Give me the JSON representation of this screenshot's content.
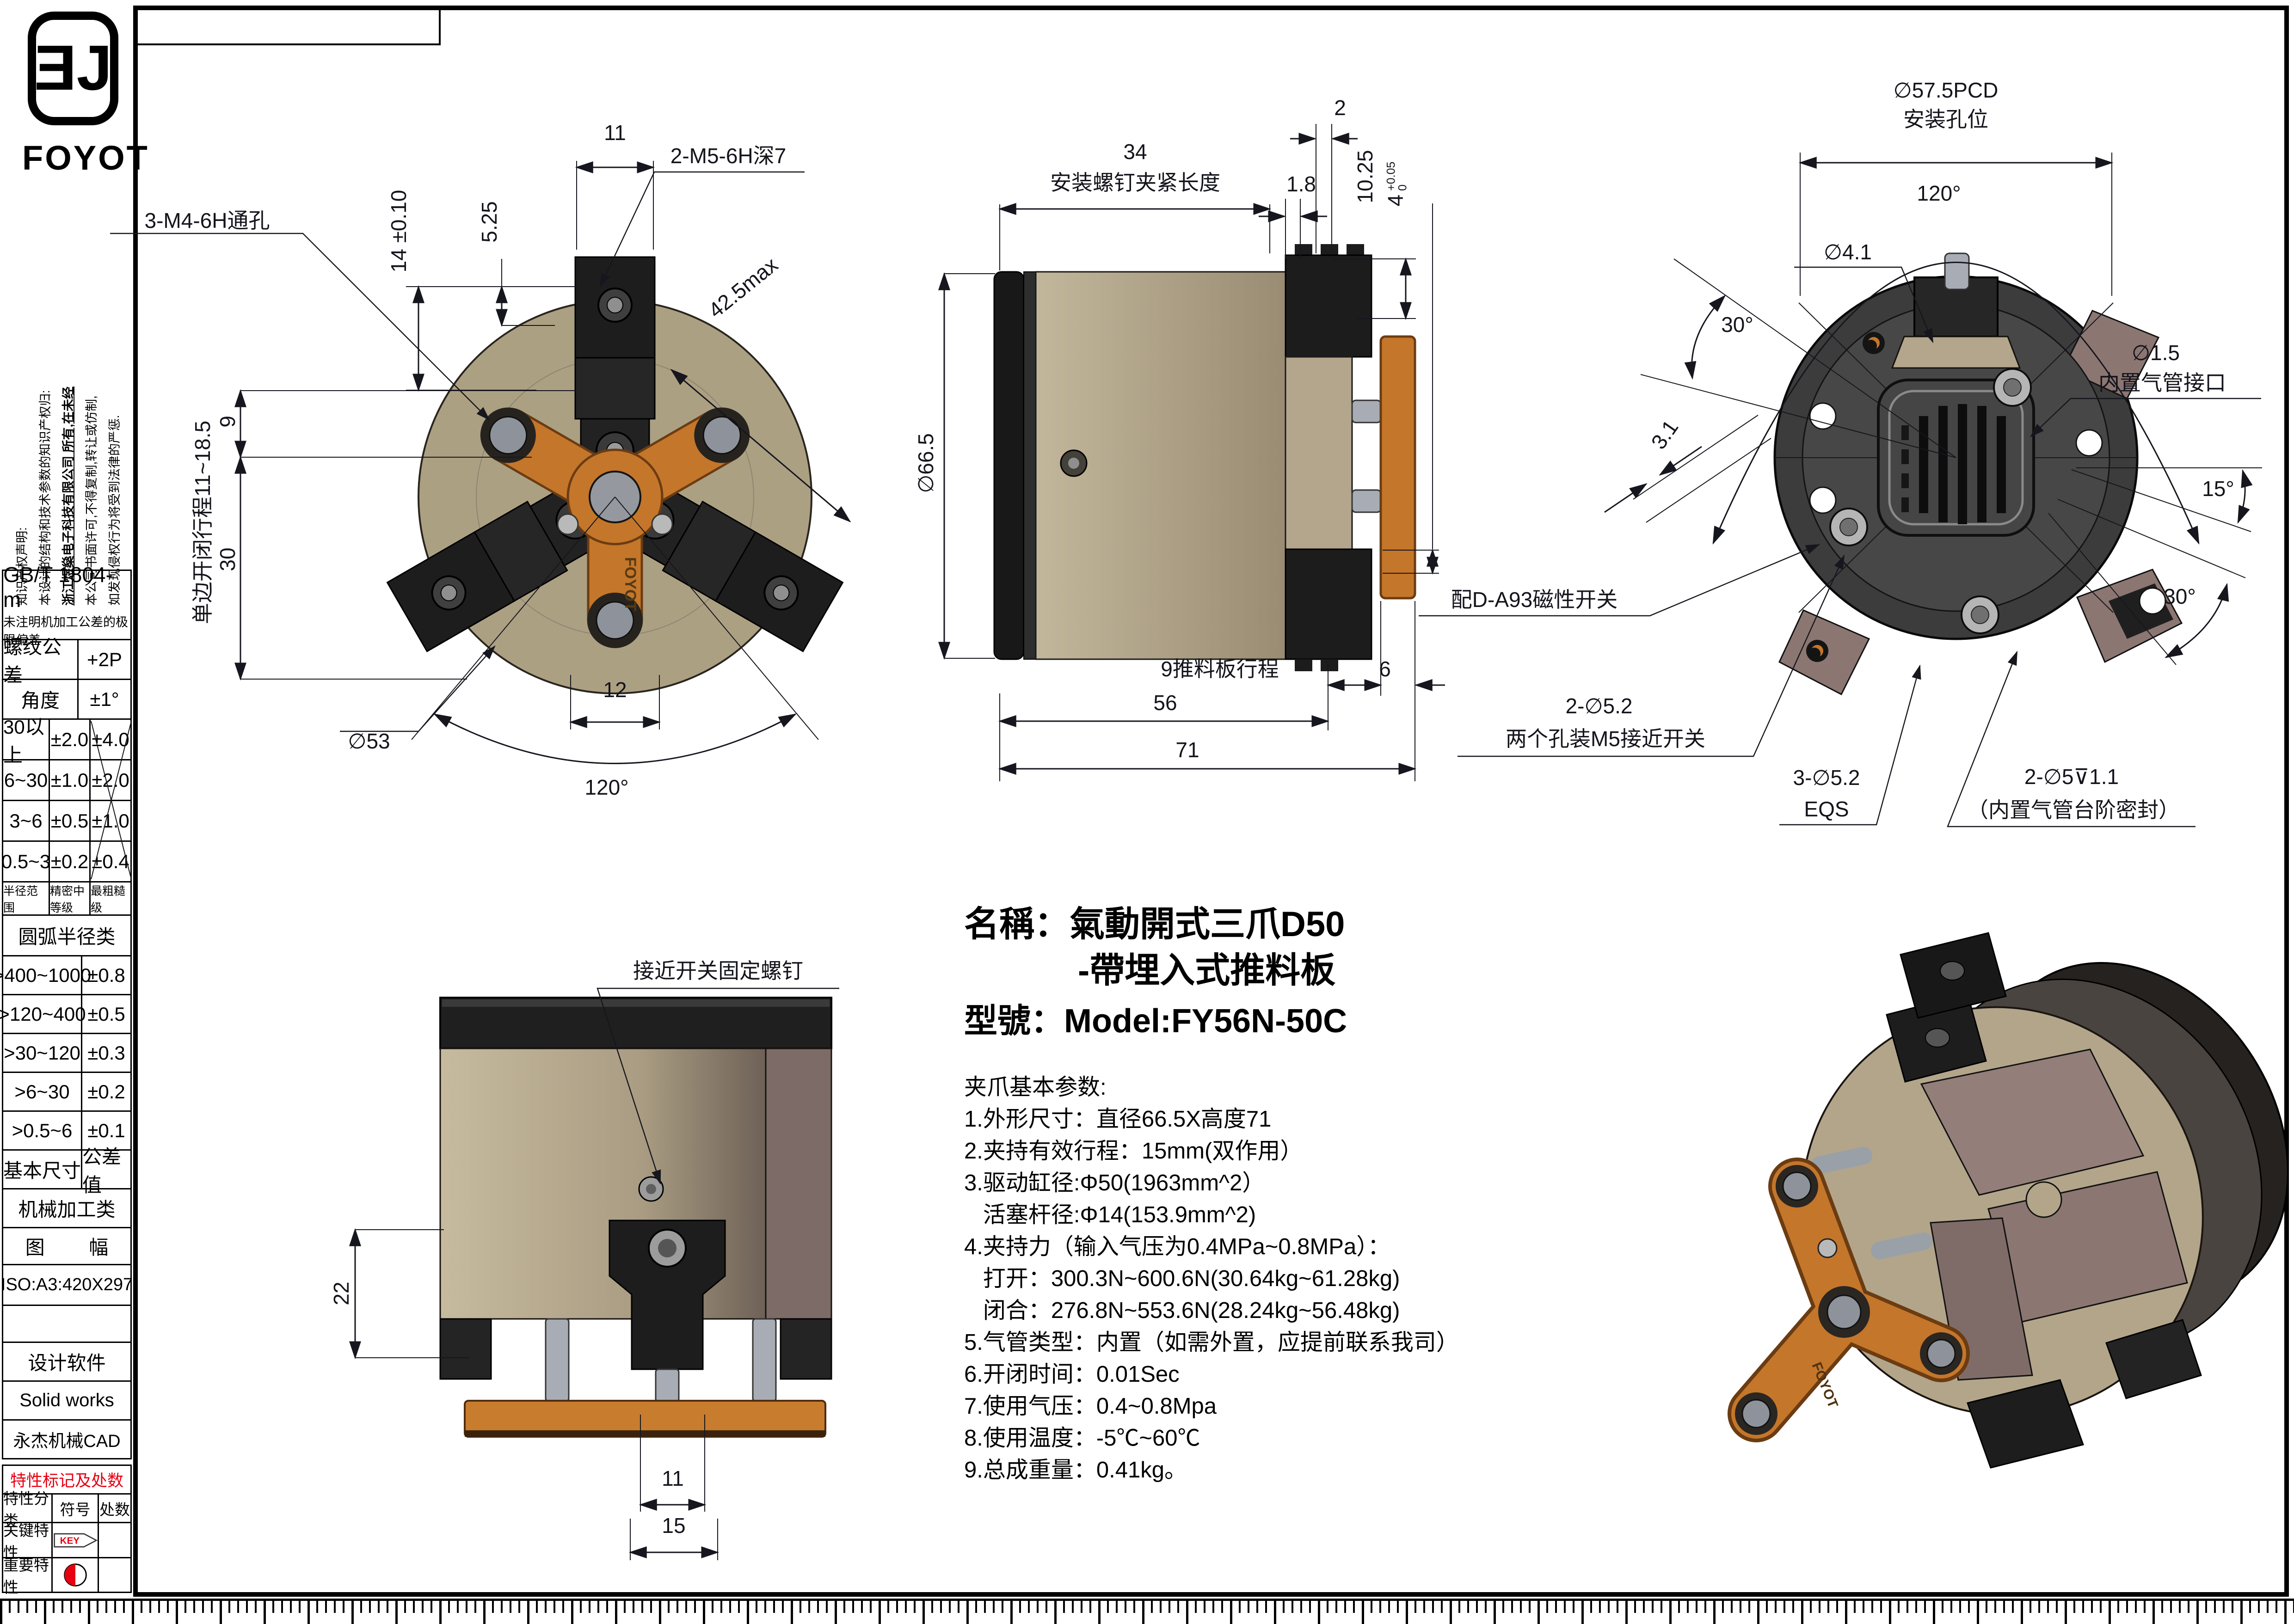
{
  "brand": {
    "logo_text": "FOYOT",
    "logo_glyph": "ƎJ"
  },
  "copyright": {
    "lines": [
      "知识产权声明:",
      "本设计的结构和技术参数的知识产权归:",
      "浙江煜燊电子科技有限公司 所有,在未经",
      "本公司书面许可,不得复制,转让或仿制,",
      "如发现侵权行为将受到法律的严惩."
    ]
  },
  "tol_table": {
    "std": "GB/T 1804-m",
    "subtitle": "未注明机加工公差的极限偏差",
    "thread_label": "螺纹公差",
    "thread_val": "+2P",
    "angle_label": "角度",
    "angle_val": "±1°",
    "size_rows": [
      [
        "30以上",
        "±2.0",
        "±4.0"
      ],
      [
        "6~30",
        "±1.0",
        "±2.0"
      ],
      [
        "3~6",
        "±0.5",
        "±1.0"
      ],
      [
        "0.5~3",
        "±0.2",
        "±0.4"
      ]
    ],
    "size_footer": [
      "半径范围",
      "精密中等级",
      "最粗糙级"
    ],
    "arc_title": "圆弧半径类",
    "arc_rows": [
      [
        ">400~1000",
        "±0.8"
      ],
      [
        ">120~400",
        "±0.5"
      ],
      [
        ">30~120",
        "±0.3"
      ],
      [
        ">6~30",
        "±0.2"
      ],
      [
        ">0.5~6",
        "±0.1"
      ]
    ],
    "arc_footer": [
      "基本尺寸",
      "公差值"
    ],
    "mech": "机械加工类",
    "sheet_l": "图",
    "sheet_r": "幅",
    "iso": "ISO:A3:420X297",
    "design_label": "设计软件",
    "software": "Solid works",
    "cad": "永杰机械CAD"
  },
  "feat_table": {
    "title": "特性标记及处数",
    "h1": "特性分类",
    "h2": "符号",
    "h3": "处数",
    "r1": "关键特性",
    "r1sym": "KEY",
    "r2": "重要特性"
  },
  "ann": {
    "front": {
      "d11": "11",
      "d525": "5.25",
      "d14": "14 ±0.10",
      "m5": "2-M5-6H深7",
      "m4": "3-M4-6H通孔",
      "dmax": "42.5max",
      "d9": "9",
      "d30": "30",
      "stroke": "单边开闭行程11~18.5",
      "d12": "12",
      "d53": "∅53",
      "a120": "120°"
    },
    "side": {
      "d34": "34",
      "d34b": "安装螺钉夹紧长度",
      "d2": "2",
      "d18": "1.8",
      "d1025": "10.25",
      "d4": "4",
      "d4u": "+0.05",
      "d4d": "0",
      "d665": "∅66.5",
      "push": "9推料板行程",
      "d6": "6",
      "d56": "56",
      "d71": "71"
    },
    "back": {
      "pcd": "∅57.5PCD",
      "pcd2": "安装孔位",
      "a120": "120°",
      "d41": "∅4.1",
      "a30": "30°",
      "d31": "3.1",
      "d15": "∅1.5",
      "d15b": "内置气管接口",
      "a15": "15°",
      "a30b": "30°",
      "mag": "配D-A93磁性开关",
      "h52": "2-∅5.2",
      "h52b": "两个孔装M5接近开关",
      "h52c": "3-∅5.2",
      "eqs": "EQS",
      "seal": "2-∅5⊽1.1",
      "seal2": "（内置气管台阶密封）"
    },
    "bottom": {
      "lbl": "接近开关固定螺钉",
      "d22": "22",
      "d11": "11",
      "d15": "15"
    }
  },
  "title_block": {
    "name_label": "名稱：",
    "name1": "氣動開式三爪D50",
    "name2": "-帶埋入式推料板",
    "model_label": "型號：",
    "model": "Model:FY56N-50C"
  },
  "specs": {
    "header": "夹爪基本参数:",
    "lines": [
      "1.外形尺寸：直径66.5X高度71",
      "2.夹持有效行程：15mm(双作用）",
      "3.驱动缸径:Φ50(1963mm^2）",
      "   活塞杆径:Φ14(153.9mm^2)",
      "4.夹持力（输入气压为0.4MPa~0.8MPa）：",
      "   打开：300.3N~600.6N(30.64kg~61.28kg)",
      "   闭合：276.8N~553.6N(28.24kg~56.48kg)",
      "5.气管类型：内置（如需外置，应提前联系我司）",
      "6.开闭时间：0.01Sec",
      "7.使用气压：0.4~0.8Mpa",
      "8.使用温度：-5℃~60℃",
      "9.总成重量：0.41kg。"
    ]
  },
  "colors": {
    "body": "#b3a68c",
    "jaw": "#1d1d1d",
    "plate": "#c4762a",
    "mauve": "#8b7672",
    "red": "#e60012",
    "dim": "#16161e"
  }
}
